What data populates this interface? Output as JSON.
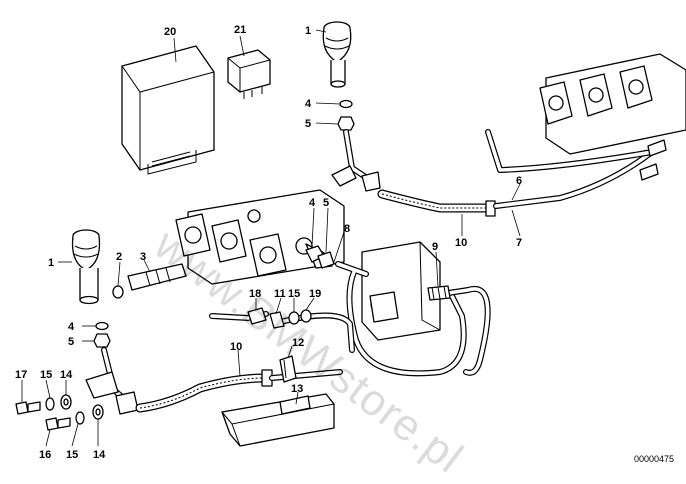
{
  "diagram": {
    "id": "00000475",
    "watermark": "www.BMWstore.pl"
  },
  "callouts": [
    {
      "key": "20a",
      "label": "20"
    },
    {
      "key": "21a",
      "label": "21"
    },
    {
      "key": "1a",
      "label": "1"
    },
    {
      "key": "4a",
      "label": "4"
    },
    {
      "key": "5a",
      "label": "5"
    },
    {
      "key": "6a",
      "label": "6"
    },
    {
      "key": "7a",
      "label": "7"
    },
    {
      "key": "10a",
      "label": "10"
    },
    {
      "key": "4b",
      "label": "4"
    },
    {
      "key": "5b",
      "label": "5"
    },
    {
      "key": "8a",
      "label": "8"
    },
    {
      "key": "9a",
      "label": "9"
    },
    {
      "key": "1b",
      "label": "1"
    },
    {
      "key": "2a",
      "label": "2"
    },
    {
      "key": "3a",
      "label": "3"
    },
    {
      "key": "18a",
      "label": "18"
    },
    {
      "key": "11a",
      "label": "11"
    },
    {
      "key": "15a",
      "label": "15"
    },
    {
      "key": "19a",
      "label": "19"
    },
    {
      "key": "4c",
      "label": "4"
    },
    {
      "key": "5c",
      "label": "5"
    },
    {
      "key": "10b",
      "label": "10"
    },
    {
      "key": "12a",
      "label": "12"
    },
    {
      "key": "13a",
      "label": "13"
    },
    {
      "key": "17a",
      "label": "17"
    },
    {
      "key": "15b",
      "label": "15"
    },
    {
      "key": "14a",
      "label": "14"
    },
    {
      "key": "16a",
      "label": "16"
    },
    {
      "key": "15c",
      "label": "15"
    },
    {
      "key": "14b",
      "label": "14"
    }
  ]
}
